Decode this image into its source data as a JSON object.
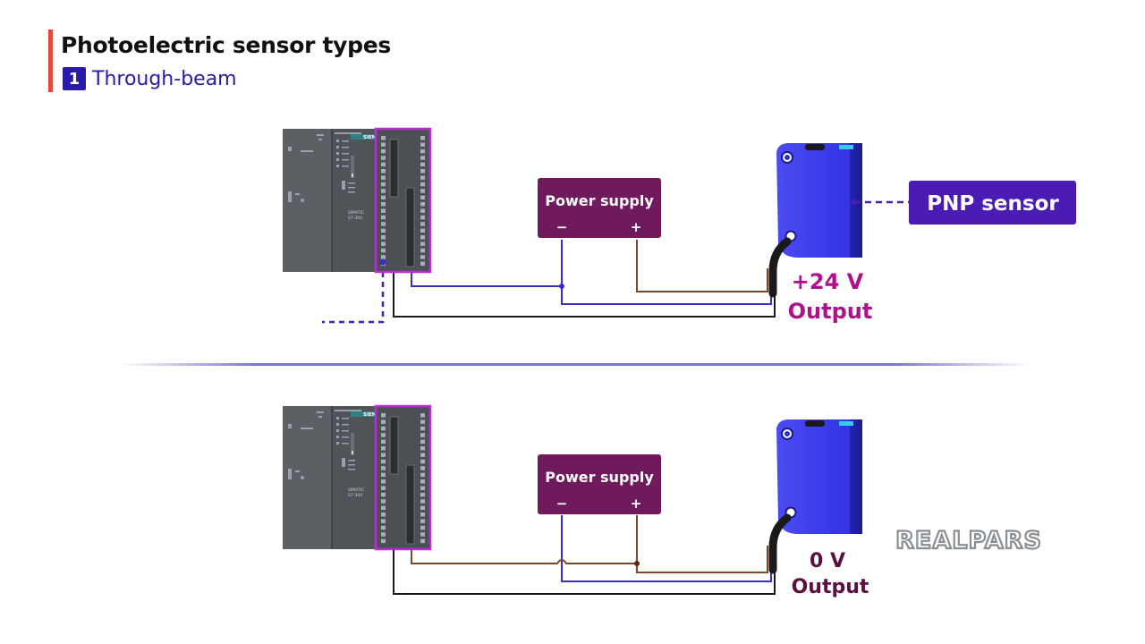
{
  "header": {
    "title": "Photoelectric sensor types",
    "step_number": "1",
    "step_label": "Through-beam"
  },
  "plc": {
    "brand": "SIEMENS",
    "model_line1": "SIMATIC",
    "model_line2": "S7-300"
  },
  "top_circuit": {
    "power_supply": {
      "title": "Power supply",
      "minus": "−",
      "plus": "+"
    },
    "sensor_type": "PNP sensor",
    "output_voltage": "+24 V",
    "output_label": "Output"
  },
  "bottom_circuit": {
    "power_supply": {
      "title": "Power supply",
      "minus": "−",
      "plus": "+"
    },
    "output_voltage": "0 V",
    "output_label": "Output"
  },
  "brand_logo": "REALPARS",
  "colors": {
    "accent_red": "#e04a3c",
    "badge_blue": "#2a1aa8",
    "power_supply": "#6e1a5c",
    "plc_highlight": "#c02ad6",
    "pnp_label_bg": "#4b1cb4",
    "output_positive": "#b0108c",
    "output_zero": "#5a1040",
    "wire_blue": "#3a2ec0",
    "wire_brown": "#7a4a2a",
    "wire_black": "#1a1a1a",
    "sensor_body": "#3a3af0"
  }
}
